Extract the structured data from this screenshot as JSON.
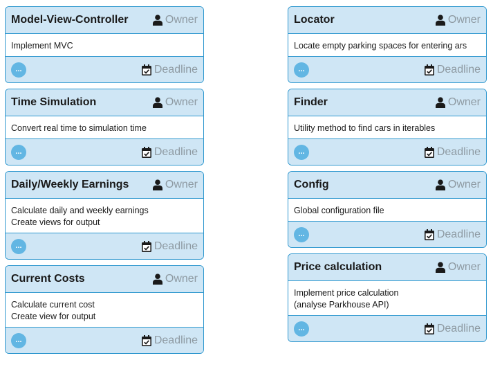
{
  "cards": [
    {
      "title": "Model-View-Controller",
      "lines": [
        "Implement MVC"
      ]
    },
    {
      "title": "Time Simulation",
      "lines": [
        "Convert real time to simulation time"
      ]
    },
    {
      "title": "Daily/Weekly Earnings",
      "lines": [
        "Calculate daily and weekly earnings",
        "Create views for output"
      ]
    },
    {
      "title": "Current Costs",
      "lines": [
        "Calculate current cost",
        "Create view for output"
      ]
    },
    {
      "title": "Locator",
      "lines": [
        "Locate empty parking spaces for entering ars"
      ]
    },
    {
      "title": "Finder",
      "lines": [
        "Utility method to find cars in iterables"
      ]
    },
    {
      "title": "Config",
      "lines": [
        "Global configuration file"
      ]
    },
    {
      "title": "Price calculation",
      "lines": [
        "Implement price calculation",
        "(analyse Parkhouse API)"
      ]
    }
  ],
  "labels": {
    "owner": "Owner",
    "deadline": "Deadline",
    "more": "..."
  },
  "icons": {
    "owner": "person-icon",
    "deadline": "calendar-check-icon"
  },
  "colors": {
    "border": "#2f98cf",
    "header_bg": "#cfe6f5",
    "more_button": "#62b6e3",
    "muted_text": "#8e9aa2"
  }
}
